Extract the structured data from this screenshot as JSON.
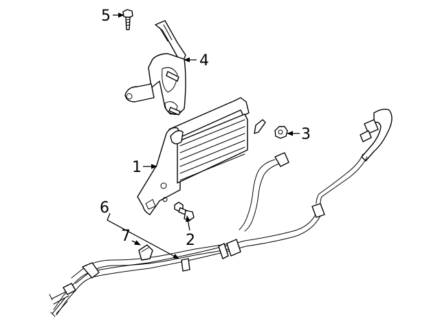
{
  "callouts": [
    {
      "number": "1",
      "part": "oil-cooler"
    },
    {
      "number": "2",
      "part": "cooler-bolt"
    },
    {
      "number": "3",
      "part": "nut"
    },
    {
      "number": "4",
      "part": "mounting-bracket"
    },
    {
      "number": "5",
      "part": "bracket-bolt"
    },
    {
      "number": "6",
      "part": "cooler-lines"
    },
    {
      "number": "7",
      "part": "line-clip"
    }
  ]
}
